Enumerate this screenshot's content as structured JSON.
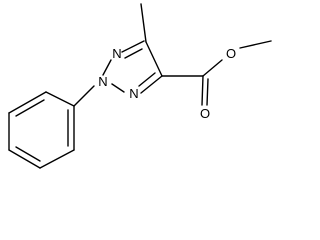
{
  "molecule": {
    "atom_labels": {
      "n1": "N",
      "n2": "N",
      "n3": "N",
      "o_carbonyl": "O",
      "o_ester": "O"
    }
  }
}
